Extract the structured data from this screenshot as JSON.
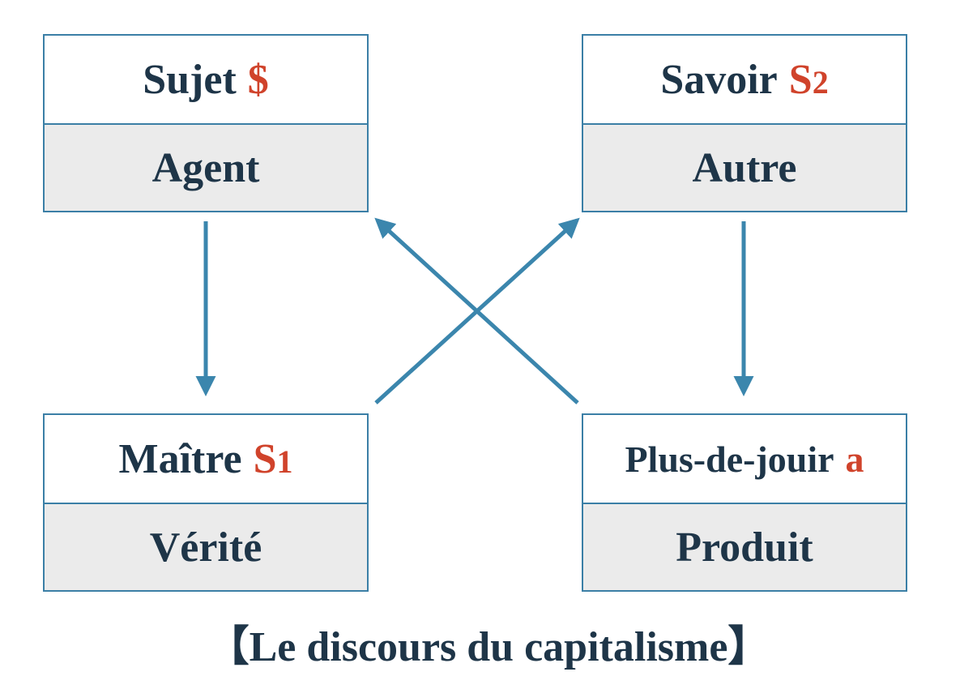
{
  "boxes": {
    "top_left": {
      "title": "Sujet",
      "symbol": "$",
      "symbol_sub": "",
      "role": "Agent"
    },
    "top_right": {
      "title": "Savoir",
      "symbol": "S",
      "symbol_sub": "2",
      "role": "Autre"
    },
    "bottom_left": {
      "title": "Maître",
      "symbol": "S",
      "symbol_sub": "1",
      "role": "Vérité"
    },
    "bottom_right": {
      "title": "Plus-de-jouir",
      "symbol": "a",
      "symbol_sub": "",
      "role": "Produit"
    }
  },
  "caption": "【Le discours du capitalisme】",
  "colors": {
    "border": "#3b7fa6",
    "arrow": "#3b86ad",
    "text": "#1e3548",
    "symbol": "#d0432b",
    "role_bg": "#ebebeb"
  }
}
